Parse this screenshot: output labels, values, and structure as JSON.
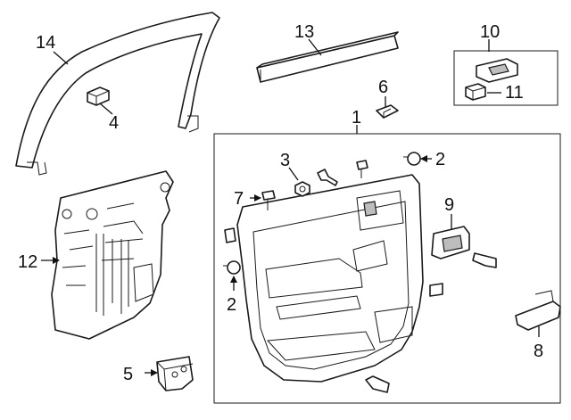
{
  "callouts": {
    "c1": "1",
    "c2a": "2",
    "c2b": "2",
    "c3": "3",
    "c4": "4",
    "c5": "5",
    "c6": "6",
    "c7": "7",
    "c8": "8",
    "c9": "9",
    "c10": "10",
    "c11": "11",
    "c12": "12",
    "c13": "13",
    "c14": "14"
  },
  "colors": {
    "line": "#1a1a1a",
    "shade": "#bdbdbd",
    "background": "#ffffff"
  }
}
